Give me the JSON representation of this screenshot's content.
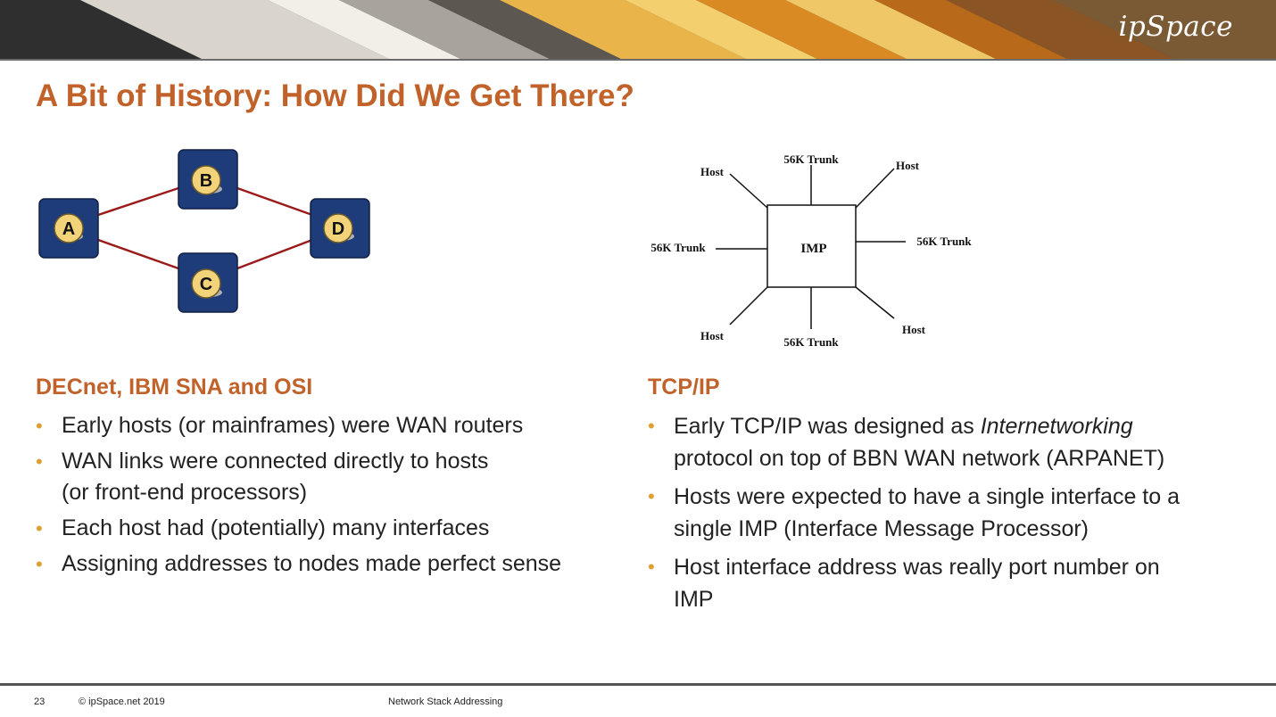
{
  "header": {
    "logo_text": "ipSpace",
    "title": "A Bit of History: How Did We Get There?"
  },
  "colors": {
    "accent": "#c0622a",
    "bullet": "#e0a030",
    "node_fill": "#1f3c7a",
    "link": "#9a1b1b"
  },
  "network_diagram": {
    "nodes": [
      {
        "label": "A"
      },
      {
        "label": "B"
      },
      {
        "label": "C"
      },
      {
        "label": "D"
      }
    ]
  },
  "imp_diagram": {
    "center_label": "IMP",
    "labels": {
      "host_top_left": "Host",
      "trunk_top": "56K Trunk",
      "host_top_right": "Host",
      "trunk_left": "56K Trunk",
      "trunk_right": "56K Trunk",
      "host_bottom_left": "Host",
      "trunk_bottom": "56K Trunk",
      "host_bottom_right": "Host"
    }
  },
  "left": {
    "heading": "DECnet, IBM SNA and OSI",
    "bullets": [
      {
        "line1": "Early hosts (or mainframes) were WAN routers"
      },
      {
        "line1": "WAN links were connected directly to hosts",
        "line2": "(or front-end processors)"
      },
      {
        "line1": "Each host had (potentially) many interfaces"
      },
      {
        "line1": "Assigning addresses to nodes made perfect sense"
      }
    ]
  },
  "right": {
    "heading": "TCP/IP",
    "bullets": [
      {
        "pre": "Early TCP/IP was designed as ",
        "em": "Internetworking",
        "line2": "protocol on top of BBN WAN network (ARPANET)"
      },
      {
        "line1": "Hosts were expected to have a single interface to a",
        "line2": "single IMP (Interface Message Processor)"
      },
      {
        "line1": "Host interface address was really port number on",
        "line2": "IMP"
      }
    ]
  },
  "footer": {
    "slide_number": "23",
    "copyright": "© ipSpace.net 2019",
    "deck_title": "Network Stack Addressing"
  }
}
